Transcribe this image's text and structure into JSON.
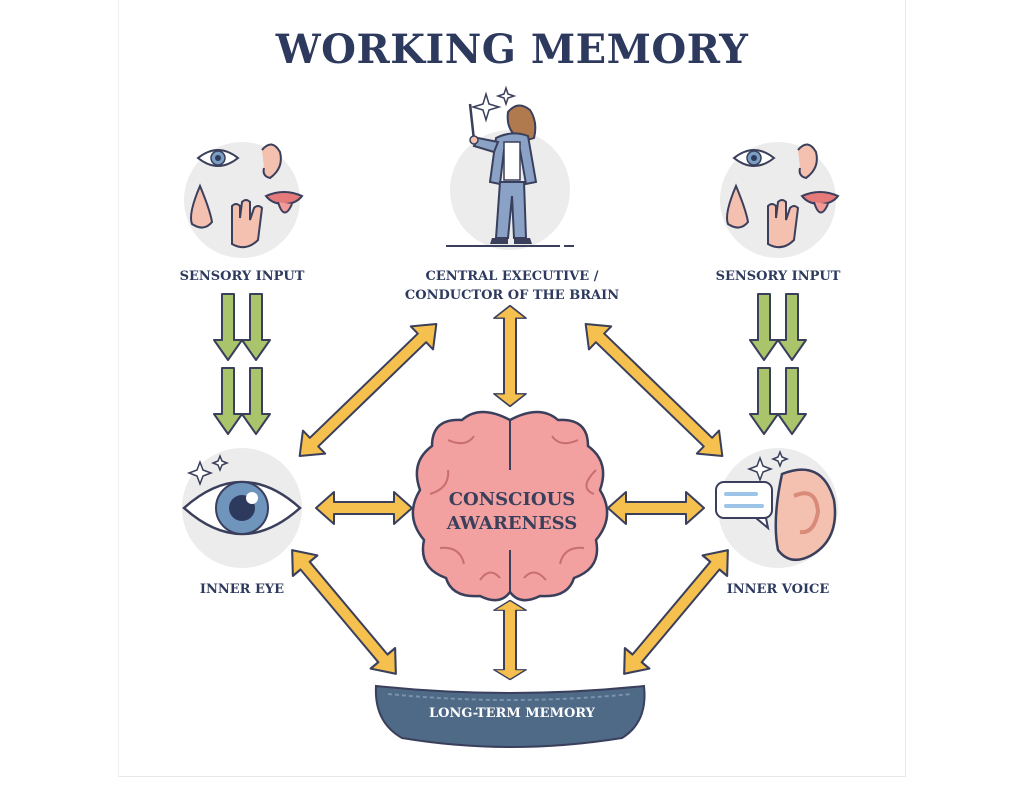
{
  "title": "WORKING MEMORY",
  "nodes": {
    "sensory_left": "SENSORY INPUT",
    "central_line1": "CENTRAL EXECUTIVE /",
    "central_line2": "CONDUCTOR OF THE BRAIN",
    "sensory_right": "SENSORY INPUT",
    "awareness_line1": "CONSCIOUS",
    "awareness_line2": "AWARENESS",
    "inner_eye": "INNER EYE",
    "inner_voice": "INNER VOICE",
    "long_term": "LONG-TERM MEMORY"
  },
  "colors": {
    "title": "#2d3a5e",
    "arrow_yellow": "#f5c04e",
    "arrow_green": "#a9c46b",
    "brain": "#f2a0a0",
    "circle_bg": "#ececec",
    "memory": "#4f6a86"
  }
}
